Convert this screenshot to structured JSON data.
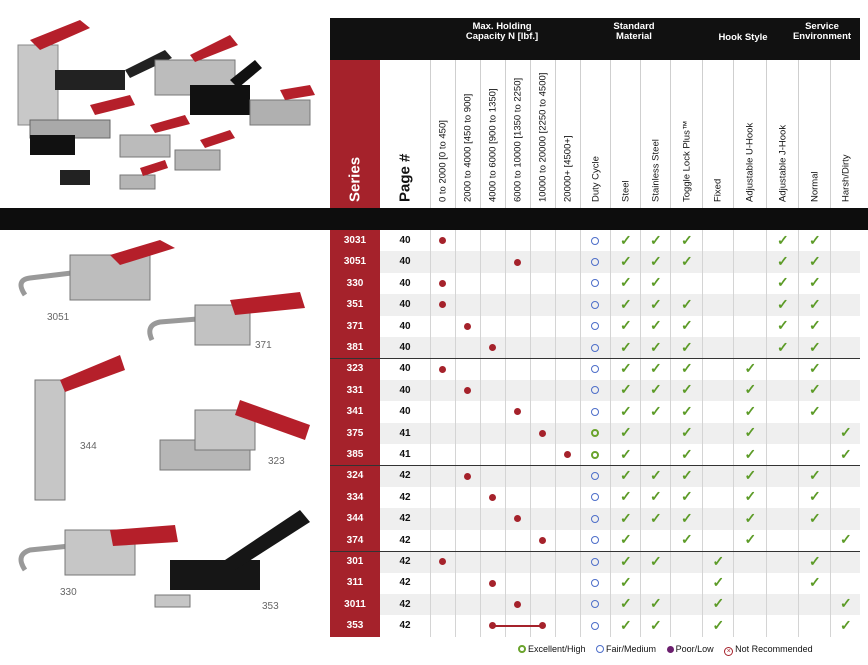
{
  "group_headers": [
    {
      "label": "Max. Holding Capacity N [lbf.]"
    },
    {
      "label": "Standard Material"
    },
    {
      "label": "Hook Style"
    },
    {
      "label": "Service Environment"
    }
  ],
  "series_header": "Series",
  "page_header": "Page #",
  "columns": [
    "0 to 2000 [0 to 450]",
    "2000 to 4000 [450 to 900]",
    "4000 to 6000 [900 to 1350]",
    "6000 to 10000 [1350 to 2250]",
    "10000 to 20000 [2250 to 4500]",
    "20000+ [4500+]",
    "Duty Cycle",
    "Steel",
    "Stainless Steel",
    "Toggle Lock Plus™",
    "Fixed",
    "Adjustable U-Hook",
    "Adjustable J-Hook",
    "Normal",
    "Harsh/Dirty"
  ],
  "rows": [
    {
      "series": "3031",
      "page": "40",
      "cap": [
        0
      ],
      "duty": "o",
      "checks": [
        7,
        8,
        9,
        12,
        13
      ]
    },
    {
      "series": "3051",
      "page": "40",
      "cap": [
        3
      ],
      "duty": "o",
      "checks": [
        7,
        8,
        9,
        12,
        13
      ]
    },
    {
      "series": "330",
      "page": "40",
      "cap": [
        0
      ],
      "duty": "o",
      "checks": [
        7,
        8,
        12,
        13
      ]
    },
    {
      "series": "351",
      "page": "40",
      "cap": [
        0
      ],
      "duty": "o",
      "checks": [
        7,
        8,
        9,
        12,
        13
      ]
    },
    {
      "series": "371",
      "page": "40",
      "cap": [
        1
      ],
      "duty": "o",
      "checks": [
        7,
        8,
        9,
        12,
        13
      ]
    },
    {
      "series": "381",
      "page": "40",
      "cap": [
        2
      ],
      "duty": "o",
      "checks": [
        7,
        8,
        9,
        12,
        13
      ]
    },
    {
      "series": "323",
      "page": "40",
      "cap": [
        0
      ],
      "duty": "o",
      "checks": [
        7,
        8,
        9,
        11,
        13
      ]
    },
    {
      "series": "331",
      "page": "40",
      "cap": [
        1
      ],
      "duty": "o",
      "checks": [
        7,
        8,
        9,
        11,
        13
      ]
    },
    {
      "series": "341",
      "page": "40",
      "cap": [
        3
      ],
      "duty": "o",
      "checks": [
        7,
        8,
        9,
        11,
        13
      ]
    },
    {
      "series": "375",
      "page": "41",
      "cap": [
        4
      ],
      "duty": "g",
      "checks": [
        7,
        9,
        11,
        14
      ]
    },
    {
      "series": "385",
      "page": "41",
      "cap": [
        5
      ],
      "duty": "g",
      "checks": [
        7,
        9,
        11,
        14
      ]
    },
    {
      "series": "324",
      "page": "42",
      "cap": [
        1
      ],
      "duty": "o",
      "checks": [
        7,
        8,
        9,
        11,
        13
      ]
    },
    {
      "series": "334",
      "page": "42",
      "cap": [
        2
      ],
      "duty": "o",
      "checks": [
        7,
        8,
        9,
        11,
        13
      ]
    },
    {
      "series": "344",
      "page": "42",
      "cap": [
        3
      ],
      "duty": "o",
      "checks": [
        7,
        8,
        9,
        11,
        13
      ]
    },
    {
      "series": "374",
      "page": "42",
      "cap": [
        4
      ],
      "duty": "o",
      "checks": [
        7,
        9,
        11,
        14
      ]
    },
    {
      "series": "301",
      "page": "42",
      "cap": [
        0
      ],
      "duty": "o",
      "checks": [
        7,
        8,
        10,
        13
      ]
    },
    {
      "series": "311",
      "page": "42",
      "cap": [
        2
      ],
      "duty": "o",
      "checks": [
        7,
        10,
        13
      ]
    },
    {
      "series": "3011",
      "page": "42",
      "cap": [
        3
      ],
      "duty": "o",
      "checks": [
        7,
        8,
        10,
        14
      ]
    },
    {
      "series": "353",
      "page": "42",
      "cap": [
        2,
        4
      ],
      "duty": "o",
      "checks": [
        7,
        8,
        10,
        14
      ]
    }
  ],
  "photo_labels": [
    "3051",
    "371",
    "344",
    "323",
    "330",
    "353"
  ],
  "legend": [
    {
      "icon": "excellent-icon",
      "label": "Excellent/High"
    },
    {
      "icon": "fair-icon",
      "label": "Fair/Medium"
    },
    {
      "icon": "poor-icon",
      "label": "Poor/Low"
    },
    {
      "icon": "not-recommended-icon",
      "label": "Not Recommended"
    }
  ],
  "colors": {
    "brand_red": "#a5222b",
    "check_green": "#5c9b27",
    "circle_blue": "#4d6ec9"
  },
  "checkmark_glyph": "✓"
}
